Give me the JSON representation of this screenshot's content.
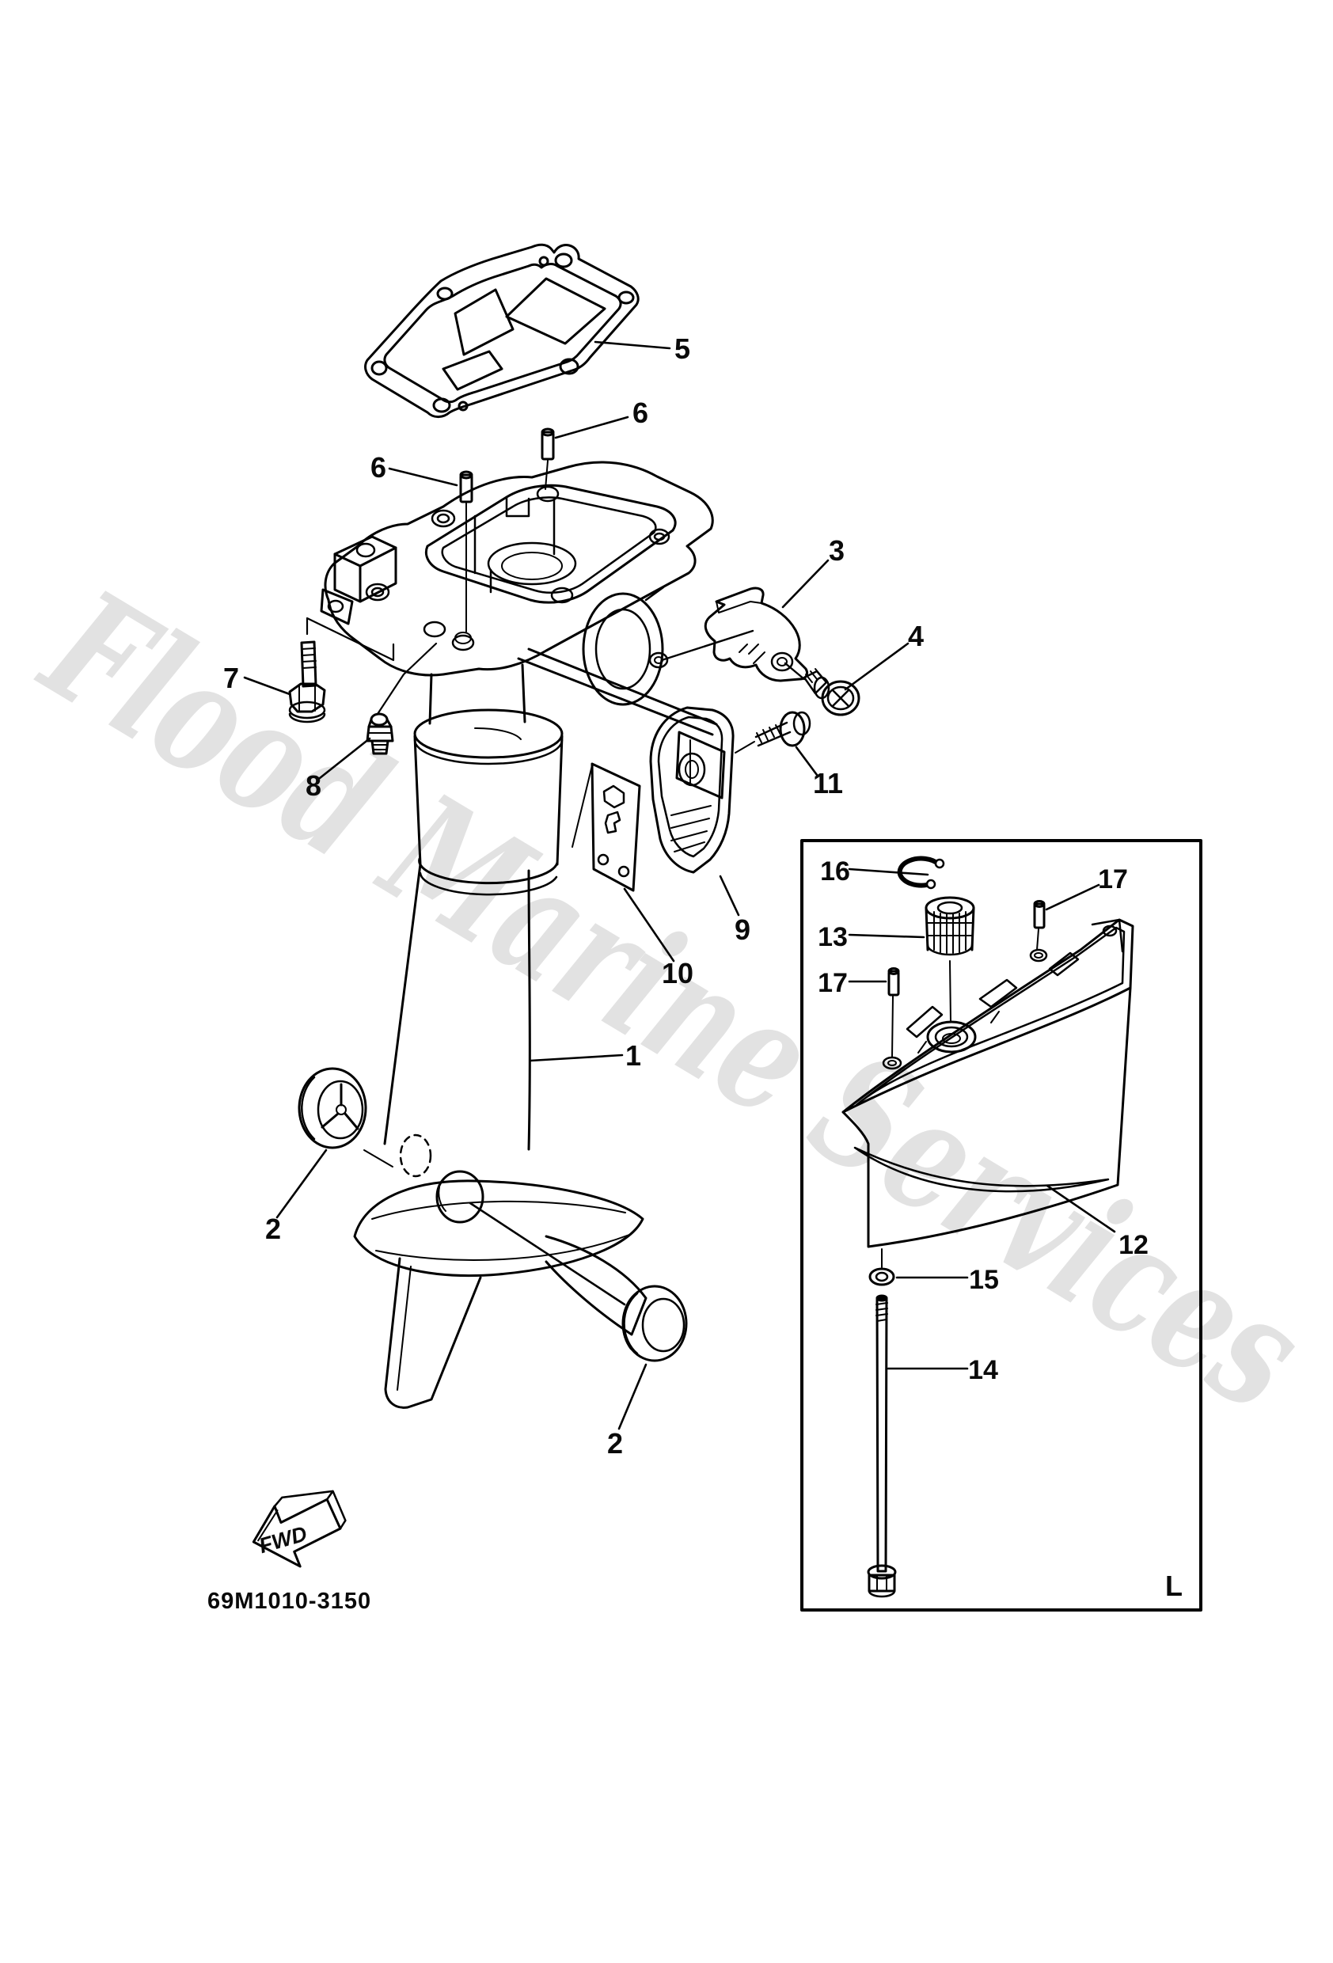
{
  "diagram": {
    "watermark": "Flood Marine Services",
    "part_code": "69M1010-3150",
    "fwd_label": "FWD",
    "view_label": "L",
    "colors": {
      "line": "#000000",
      "watermark": "#cccccc",
      "background": "#ffffff"
    },
    "callouts": {
      "c1": "1",
      "c2_left": "2",
      "c2_bottom": "2",
      "c3": "3",
      "c4": "4",
      "c5": "5",
      "c6_top": "6",
      "c6_left": "6",
      "c7": "7",
      "c8": "8",
      "c9": "9",
      "c10": "10",
      "c11": "11",
      "c12": "12",
      "c13": "13",
      "c14": "14",
      "c15": "15",
      "c16": "16",
      "c17_left": "17",
      "c17_right": "17"
    }
  }
}
